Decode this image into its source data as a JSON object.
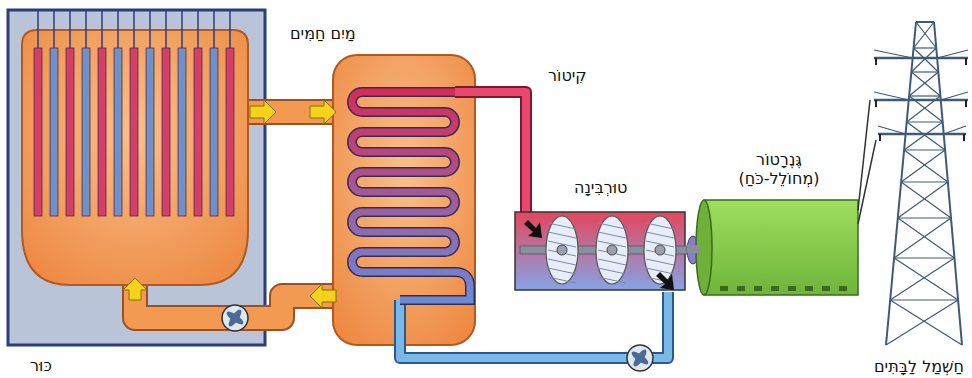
{
  "diagram": {
    "nodes": [
      {
        "text": [
          "כּוּר"
        ]
      },
      {
        "text": [
          "טוּרְבִּינָה"
        ]
      },
      {
        "text": [
          "גֶּנֶרָטוֹר (מְחוֹלֵל-כֹּחַ)"
        ]
      },
      {
        "text": [
          "חַשְׁמַל לַבָּתִּים"
        ]
      }
    ],
    "edges": [
      {
        "from": 1,
        "to": 2,
        "arrow": "none"
      },
      {
        "from": 2,
        "to": 3,
        "arrow": "none"
      }
    ],
    "labels": [
      "מַיִם חַמִּים",
      "קִיטוֹר"
    ]
  }
}
